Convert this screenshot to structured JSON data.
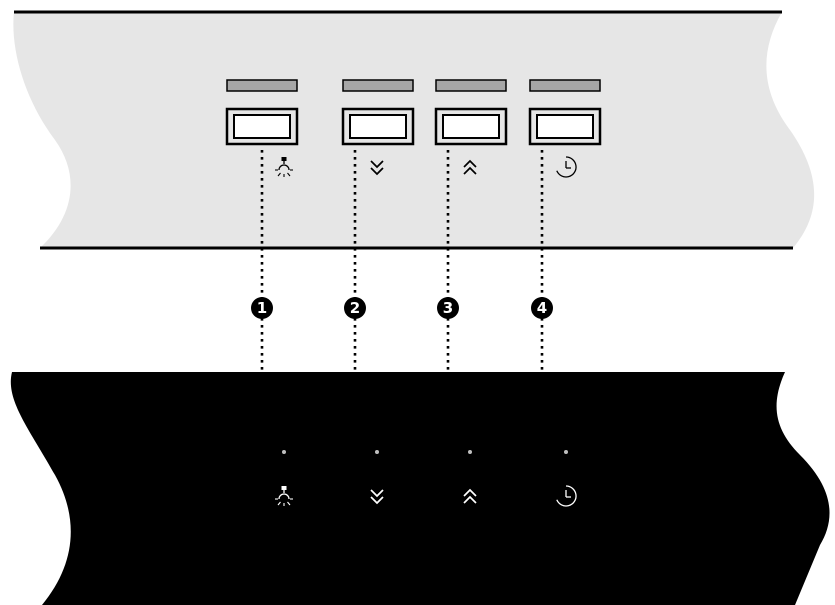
{
  "diagram": {
    "panels": [
      {
        "id": "light-grey-panel",
        "fill": "#e6e6e6",
        "edge": "#000000"
      },
      {
        "id": "black-panel",
        "fill": "#000000"
      }
    ],
    "buttons": [
      {
        "number": "1",
        "function": "light",
        "icon": "light-bulb-icon"
      },
      {
        "number": "2",
        "function": "speed-down",
        "icon": "double-chevron-down-icon"
      },
      {
        "number": "3",
        "function": "speed-up",
        "icon": "double-chevron-up-icon"
      },
      {
        "number": "4",
        "function": "timer",
        "icon": "timer-icon"
      }
    ],
    "colors": {
      "indicator_strip": "#a6a6a6",
      "key_frame": "#000000",
      "callout_fill": "#000000",
      "callout_text": "#ffffff",
      "leader_line": "#000000",
      "touch_icon": "#ffffff",
      "led_dot": "#bfbfbf"
    }
  }
}
